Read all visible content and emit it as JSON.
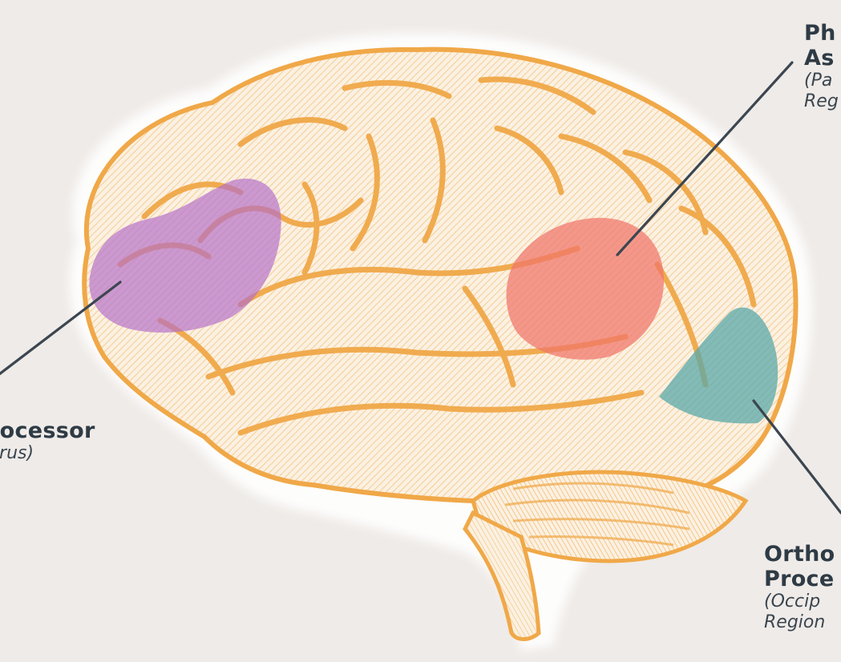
{
  "colors": {
    "background": "#efebe8",
    "brain_outline": "#f0a848",
    "brain_fill": "#fbf1e2",
    "leader_line": "#3b4650",
    "label_text": "#2e3b45",
    "region_meaning": "#b46ec8",
    "region_phonological": "#f0746a",
    "region_orthographic": "#5aa8a8"
  },
  "labels": {
    "meaning": {
      "title": "rocessor",
      "subtitle": "yrus)"
    },
    "phonological": {
      "title_line1": "Ph",
      "title_line2": "As",
      "subtitle_line1": "(Pa",
      "subtitle_line2": "Reg"
    },
    "orthographic": {
      "title_line1": "Ortho",
      "title_line2": "Proce",
      "subtitle_line1": "(Occip",
      "subtitle_line2": "Region"
    }
  },
  "icons": [
    "brain-illustration"
  ]
}
